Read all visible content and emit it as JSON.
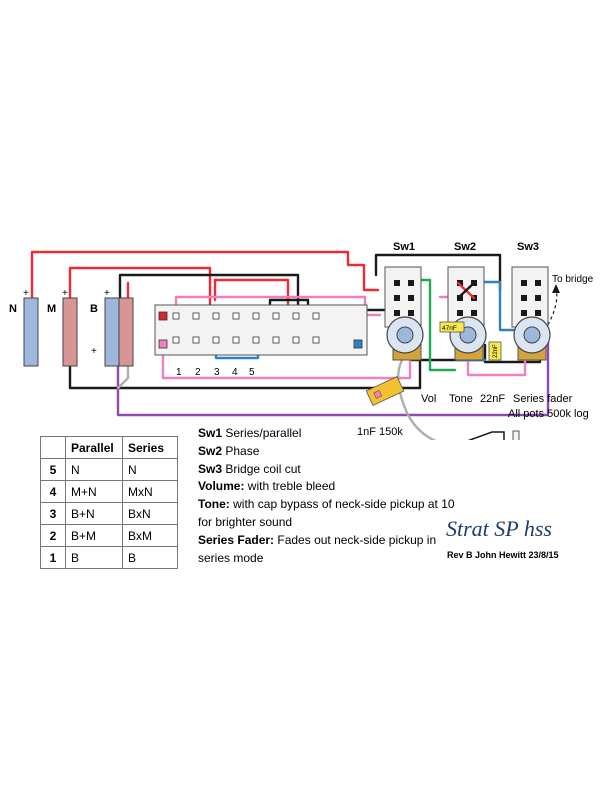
{
  "pickups": {
    "neck_label": "N",
    "middle_label": "M",
    "bridge_label": "B",
    "plus": "+",
    "colors": {
      "blue": "#9db7dd",
      "red": "#d99595"
    }
  },
  "switch5": {
    "positions": [
      "1",
      "2",
      "3",
      "4",
      "5"
    ]
  },
  "switches": {
    "sw1": "Sw1",
    "sw2": "Sw2",
    "sw3": "Sw3",
    "to_bridge": "To bridge"
  },
  "components": {
    "cap_47nf": "47nF",
    "cap_22nf": "22nF",
    "vol": "Vol",
    "tone": "Tone",
    "tone_cap": "22nF",
    "series_fader": "Series fader",
    "all_pots": "All pots 500k  log",
    "bleed": "1nF  150k"
  },
  "wire_colors": {
    "red": "#ee2a34",
    "black": "#1a1a1a",
    "pink": "#f07fc0",
    "green": "#1dab55",
    "blue": "#2d82c6",
    "purple": "#8b4ab6",
    "orange": "#f08a22",
    "gray": "#aeaeae"
  },
  "table": {
    "headers": [
      "",
      "Parallel",
      "Series"
    ],
    "rows": [
      {
        "pos": "5",
        "parallel": "N",
        "series": "N"
      },
      {
        "pos": "4",
        "parallel": "M+N",
        "series": "MxN"
      },
      {
        "pos": "3",
        "parallel": "B+N",
        "series": "BxN"
      },
      {
        "pos": "2",
        "parallel": "B+M",
        "series": "BxM"
      },
      {
        "pos": "1",
        "parallel": "B",
        "series": "B"
      }
    ]
  },
  "description": {
    "sw1_label": "Sw1",
    "sw1_text": " Series/parallel",
    "sw2_label": "Sw2",
    "sw2_text": " Phase",
    "sw3_label": "Sw3",
    "sw3_text": " Bridge coil cut",
    "volume_label": "Volume:",
    "volume_text": " with treble bleed",
    "tone_label": "Tone:",
    "tone_text": " with cap bypass of neck-side pickup at 10 for brighter sound",
    "fader_label": "Series Fader:",
    "fader_text": " Fades out neck-side pickup in series mode"
  },
  "title": "Strat SP hss",
  "revision": "Rev B John Hewitt 23/8/15"
}
